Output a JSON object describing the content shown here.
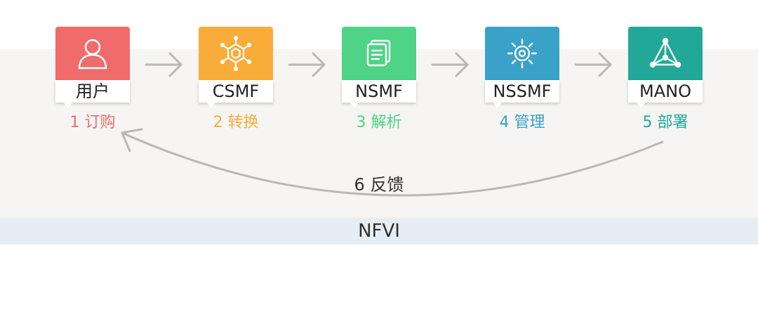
{
  "nodes": [
    {
      "label": "用户",
      "step": "1 订购",
      "color": "#f06b6b",
      "icon": "user-icon"
    },
    {
      "label": "CSMF",
      "step": "2 转换",
      "color": "#f9ac3a",
      "icon": "hexagon-network-icon"
    },
    {
      "label": "NSMF",
      "step": "3 解析",
      "color": "#4fd386",
      "icon": "document-stack-icon"
    },
    {
      "label": "NSSMF",
      "step": "4 管理",
      "color": "#3aa2c8",
      "icon": "gear-icon"
    },
    {
      "label": "MANO",
      "step": "5 部署",
      "color": "#22a898",
      "icon": "network-triangle-icon"
    }
  ],
  "feedback": {
    "label": "6 反馈"
  },
  "nfvi": {
    "label": "NFVI"
  },
  "colors": {
    "arrow": "#b8b8b8",
    "band": "#f6f5f3",
    "nfvi_band": "#e7edf4"
  }
}
